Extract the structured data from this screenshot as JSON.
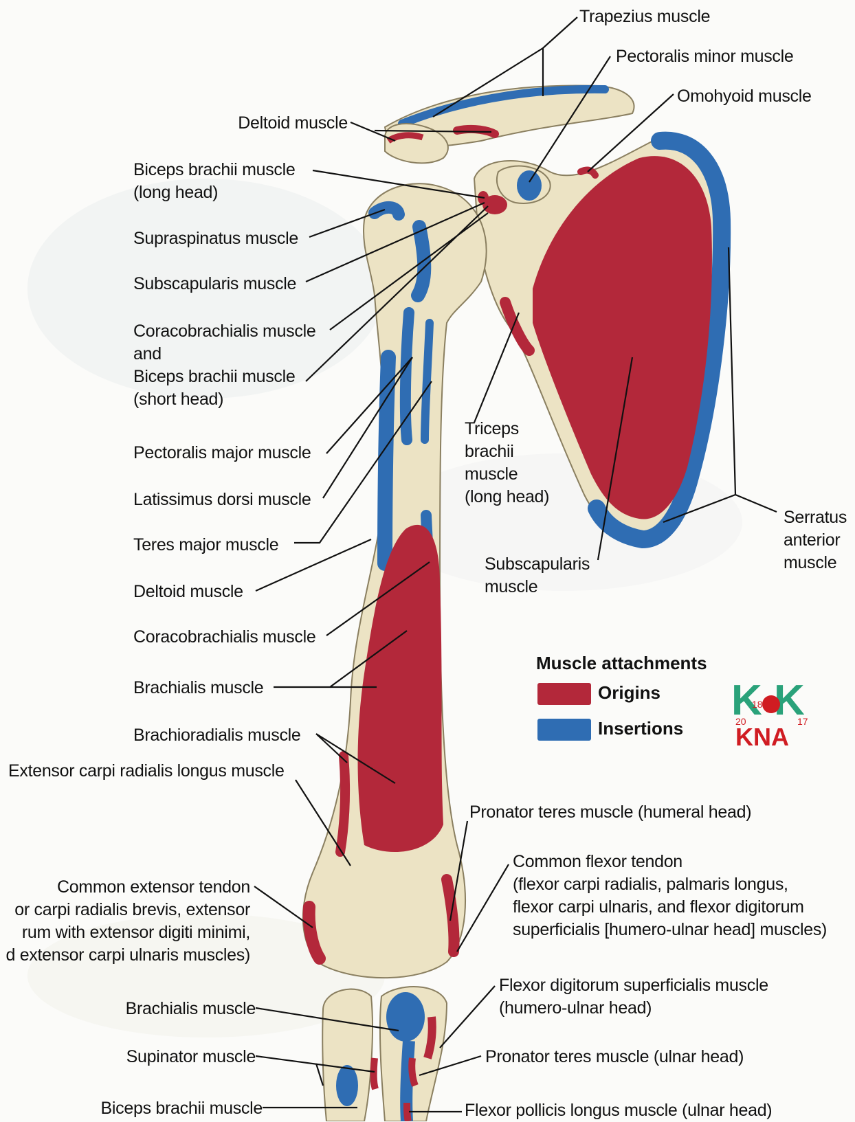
{
  "colors": {
    "origin": "#b3283a",
    "insertion": "#2f6db3",
    "bone": "#ece3c4",
    "line": "#111111",
    "logo_green": "#2aa27a",
    "logo_red": "#d01c22"
  },
  "labels": {
    "trapezius": "Trapezius muscle",
    "pectoralis_minor": "Pectoralis minor muscle",
    "omohyoid": "Omohyoid muscle",
    "deltoid_top": "Deltoid muscle",
    "biceps_long_1": "Biceps brachii muscle",
    "biceps_long_2": "(long head)",
    "supraspinatus": "Supraspinatus muscle",
    "subscapularis_left": "Subscapularis muscle",
    "coraco_1": "Coracobrachialis muscle",
    "coraco_2": "and",
    "coraco_3": "Biceps brachii muscle",
    "coraco_4": "(short head)",
    "pectoralis_major": "Pectoralis major muscle",
    "latissimus": "Latissimus dorsi muscle",
    "teres_major": "Teres major muscle",
    "deltoid_mid": "Deltoid muscle",
    "coracobrachialis": "Coracobrachialis muscle",
    "brachialis": "Brachialis muscle",
    "brachioradialis": "Brachioradialis muscle",
    "ecrl": "Extensor carpi radialis longus muscle",
    "triceps_1": "Triceps",
    "triceps_2": "brachii",
    "triceps_3": "muscle",
    "triceps_4": "(long head)",
    "subscap_right_1": "Subscapularis",
    "subscap_right_2": "muscle",
    "serratus_1": "Serratus",
    "serratus_2": "anterior",
    "serratus_3": "muscle",
    "pronator_humeral": "Pronator teres muscle (humeral head)",
    "cft_1": "Common flexor tendon",
    "cft_2": "(flexor carpi radialis, palmaris longus,",
    "cft_3": "flexor carpi ulnaris, and flexor digitorum",
    "cft_4": "superficialis [humero-ulnar head] muscles)",
    "cet_1": "Common extensor tendon",
    "cet_2": "or carpi radialis brevis, extensor",
    "cet_3": "rum with extensor digiti minimi,",
    "cet_4": "d extensor carpi ulnaris muscles)",
    "fds_1": "Flexor digitorum superficialis muscle",
    "fds_2": "(humero-ulnar head)",
    "brachialis_bottom": "Brachialis muscle",
    "supinator": "Supinator muscle",
    "pronator_ulnar": "Pronator teres muscle (ulnar head)",
    "biceps_bottom": "Biceps brachii muscle",
    "fpl": "Flexor pollicis longus muscle (ulnar head)"
  },
  "legend": {
    "title": "Muscle attachments",
    "origins": "Origins",
    "insertions": "Insertions"
  },
  "logo": {
    "letters": "K K",
    "num_18": "18",
    "num_20": "20",
    "num_17": "17",
    "bottom": "KNA"
  }
}
